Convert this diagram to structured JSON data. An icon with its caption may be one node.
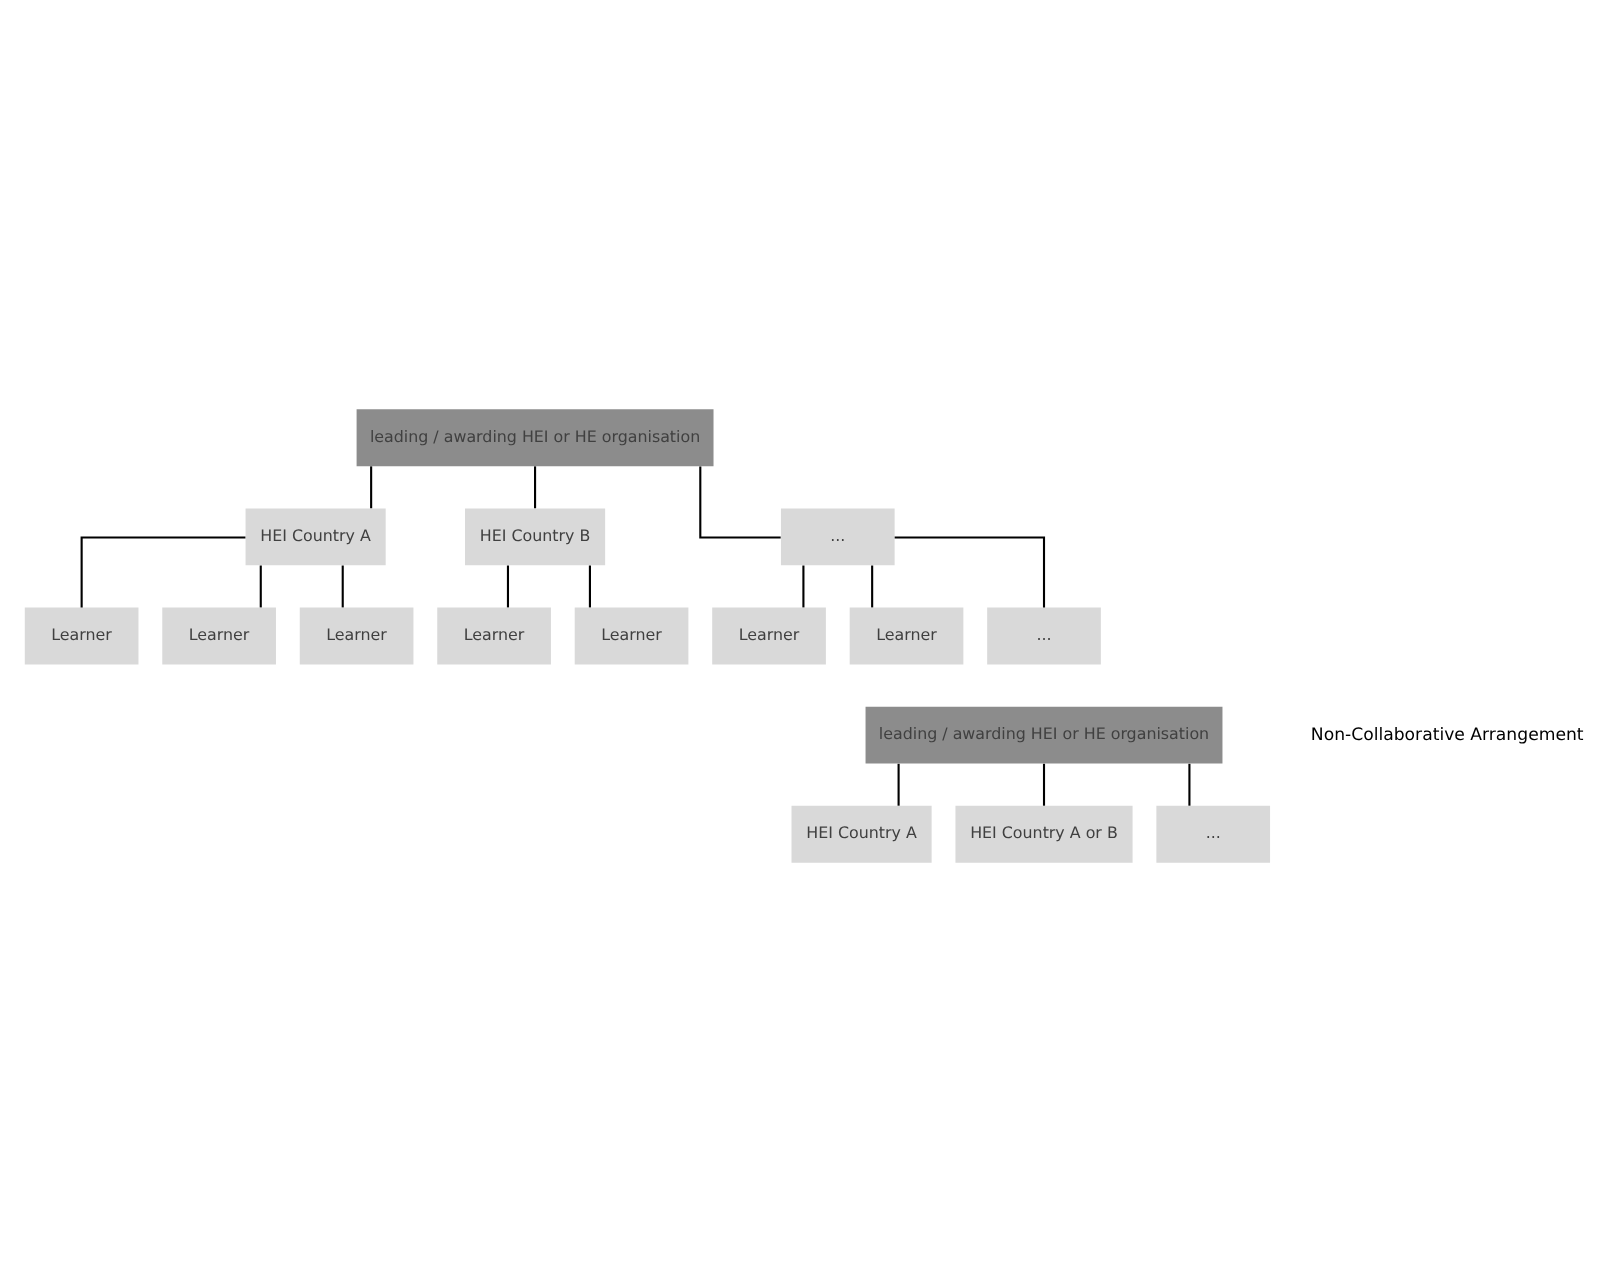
{
  "diagram": {
    "nodes": [
      {
        "text": [
          "leading / awarding HEI or HE organisation"
        ]
      },
      {
        "text": [
          "HEI Country A"
        ]
      },
      {
        "text": [
          "HEI Country B"
        ]
      },
      {
        "text": [
          "..."
        ]
      },
      {
        "text": [
          "Learner"
        ]
      },
      {
        "text": [
          "Learner"
        ]
      },
      {
        "text": [
          "Learner"
        ]
      },
      {
        "text": [
          "Learner"
        ]
      },
      {
        "text": [
          "Learner"
        ]
      },
      {
        "text": [
          "Learner"
        ]
      },
      {
        "text": [
          "Learner"
        ]
      },
      {
        "text": [
          "..."
        ]
      },
      {
        "text": [
          "leading / awarding HEI or HE organisation"
        ]
      },
      {
        "text": [
          "HEI Country A"
        ]
      },
      {
        "text": [
          "HEI Country A or B"
        ]
      },
      {
        "text": [
          "..."
        ]
      }
    ],
    "edges": [
      {
        "from": 0,
        "to": 1,
        "arrow": "none"
      },
      {
        "from": 0,
        "to": 2,
        "arrow": "none"
      },
      {
        "from": 0,
        "to": 3,
        "arrow": "none"
      },
      {
        "from": 1,
        "to": 4,
        "arrow": "none"
      },
      {
        "from": 1,
        "to": 5,
        "arrow": "none"
      },
      {
        "from": 1,
        "to": 6,
        "arrow": "none"
      },
      {
        "from": 2,
        "to": 7,
        "arrow": "none"
      },
      {
        "from": 2,
        "to": 8,
        "arrow": "none"
      },
      {
        "from": 3,
        "to": 9,
        "arrow": "none"
      },
      {
        "from": 3,
        "to": 10,
        "arrow": "none"
      },
      {
        "from": 3,
        "to": 11,
        "arrow": "none"
      },
      {
        "from": 12,
        "to": 13,
        "arrow": "none"
      },
      {
        "from": 12,
        "to": 14,
        "arrow": "none"
      },
      {
        "from": 12,
        "to": 15,
        "arrow": "none"
      }
    ],
    "labels": [
      "Non-Collaborative Arrangement"
    ]
  }
}
